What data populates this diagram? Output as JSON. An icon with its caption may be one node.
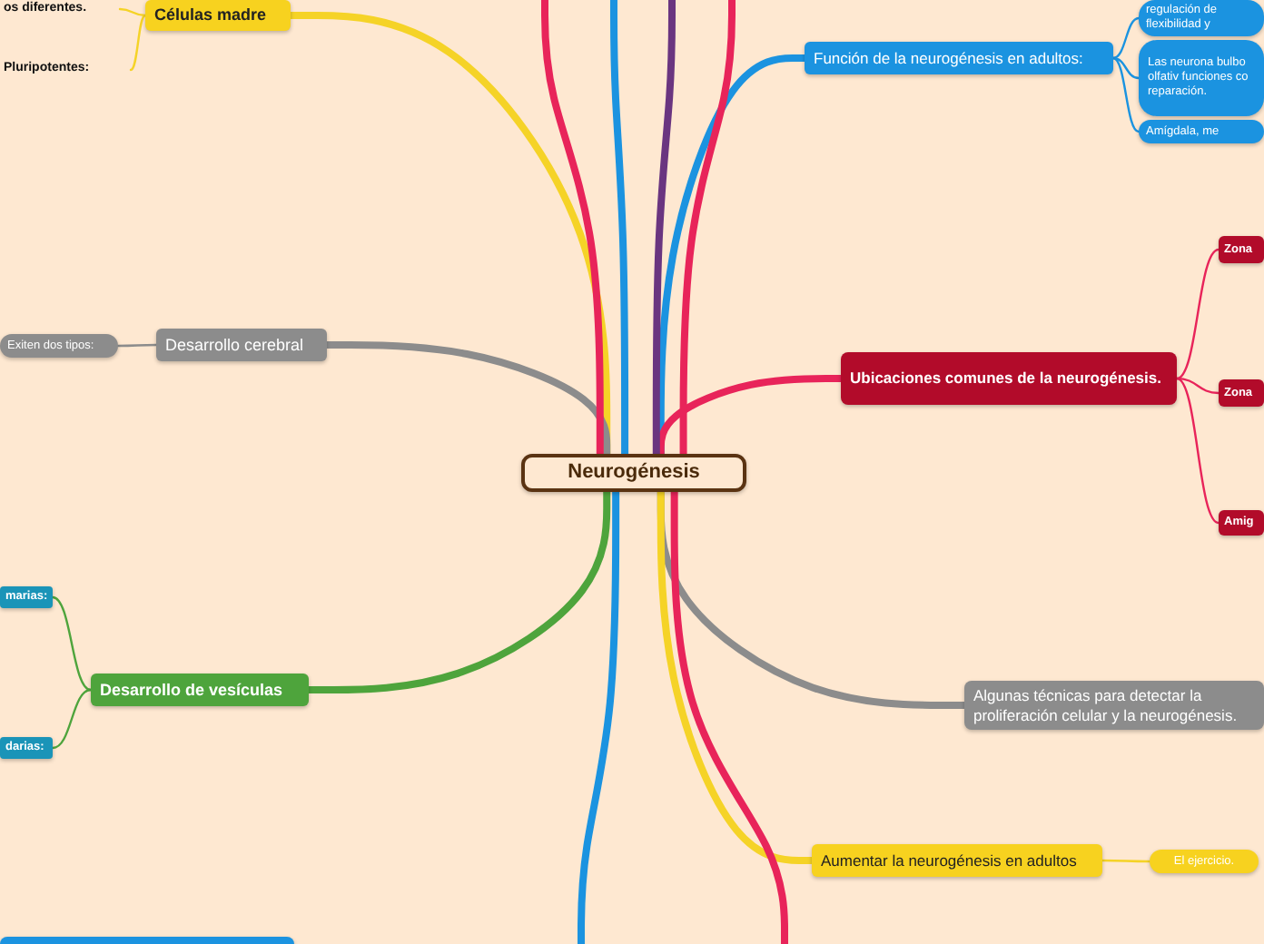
{
  "diagram": {
    "nodes": [
      {
        "text": [
          "Neurogénesis"
        ]
      },
      {
        "text": [
          "Células madre"
        ]
      },
      {
        "text": [
          "os diferentes."
        ]
      },
      {
        "text": [
          "Pluripotentes:"
        ]
      },
      {
        "text": [
          "Desarrollo cerebral"
        ]
      },
      {
        "text": [
          "Exiten dos tipos:"
        ]
      },
      {
        "text": [
          "Desarrollo de vesículas"
        ]
      },
      {
        "text": [
          "marias:"
        ]
      },
      {
        "text": [
          "darias:"
        ]
      },
      {
        "text": [
          "Función de la neurogénesis en adultos:"
        ]
      },
      {
        "text": [
          "regulación de flexibilidad y"
        ]
      },
      {
        "text": [
          "Las neurona bulbo olfativ funciones co reparación."
        ]
      },
      {
        "text": [
          "Amígdala, me"
        ]
      },
      {
        "text": [
          "Ubicaciones comunes de la neurogénesis."
        ]
      },
      {
        "text": [
          "Zona"
        ]
      },
      {
        "text": [
          "Zona"
        ]
      },
      {
        "text": [
          "Amig"
        ]
      },
      {
        "text": [
          "Algunas técnicas para detectar la proliferación celular y la neurogénesis."
        ]
      },
      {
        "text": [
          "Aumentar la neurogénesis en adultos"
        ]
      },
      {
        "text": [
          "El ejercicio."
        ]
      },
      {
        "text": [],
        "shape": "box"
      }
    ],
    "edges": [
      {
        "from": 0,
        "to": 1,
        "arrow": "none",
        "color": "#f5d327"
      },
      {
        "from": 0,
        "to": 4,
        "arrow": "none",
        "color": "#8c8c8c"
      },
      {
        "from": 0,
        "to": 6,
        "arrow": "none",
        "color": "#4ea43c"
      },
      {
        "from": 0,
        "to": 9,
        "arrow": "none",
        "color": "#1b93e0"
      },
      {
        "from": 0,
        "to": 13,
        "arrow": "none",
        "color": "#e8245a"
      },
      {
        "from": 0,
        "to": 17,
        "arrow": "none",
        "color": "#8c8c8c"
      },
      {
        "from": 0,
        "to": 18,
        "arrow": "none",
        "color": "#f5d327"
      },
      {
        "from": 0,
        "to": null,
        "arrow": "none",
        "color": "#e8245a"
      },
      {
        "from": 0,
        "to": null,
        "arrow": "none",
        "color": "#1b93e0"
      },
      {
        "from": 0,
        "to": null,
        "arrow": "none",
        "color": "#6a3580"
      },
      {
        "from": 0,
        "to": null,
        "arrow": "none",
        "color": "#e8245a"
      },
      {
        "from": 0,
        "to": null,
        "arrow": "none",
        "color": "#1b93e0"
      },
      {
        "from": 0,
        "to": null,
        "arrow": "none",
        "color": "#e8245a"
      },
      {
        "from": 1,
        "to": 2,
        "arrow": "none",
        "color": "#f5d327"
      },
      {
        "from": 1,
        "to": 3,
        "arrow": "none",
        "color": "#f5d327"
      },
      {
        "from": 4,
        "to": 5,
        "arrow": "none",
        "color": "#8c8c8c"
      },
      {
        "from": 6,
        "to": 7,
        "arrow": "none",
        "color": "#4ea43c"
      },
      {
        "from": 6,
        "to": 8,
        "arrow": "none",
        "color": "#4ea43c"
      },
      {
        "from": 9,
        "to": 10,
        "arrow": "none",
        "color": "#1b93e0"
      },
      {
        "from": 9,
        "to": 11,
        "arrow": "none",
        "color": "#1b93e0"
      },
      {
        "from": 9,
        "to": 12,
        "arrow": "none",
        "color": "#1b93e0"
      },
      {
        "from": 13,
        "to": 14,
        "arrow": "none",
        "color": "#e8245a"
      },
      {
        "from": 13,
        "to": 15,
        "arrow": "none",
        "color": "#e8245a"
      },
      {
        "from": 13,
        "to": 16,
        "arrow": "none",
        "color": "#e8245a"
      },
      {
        "from": 18,
        "to": 19,
        "arrow": "none",
        "color": "#f5d327"
      }
    ]
  }
}
